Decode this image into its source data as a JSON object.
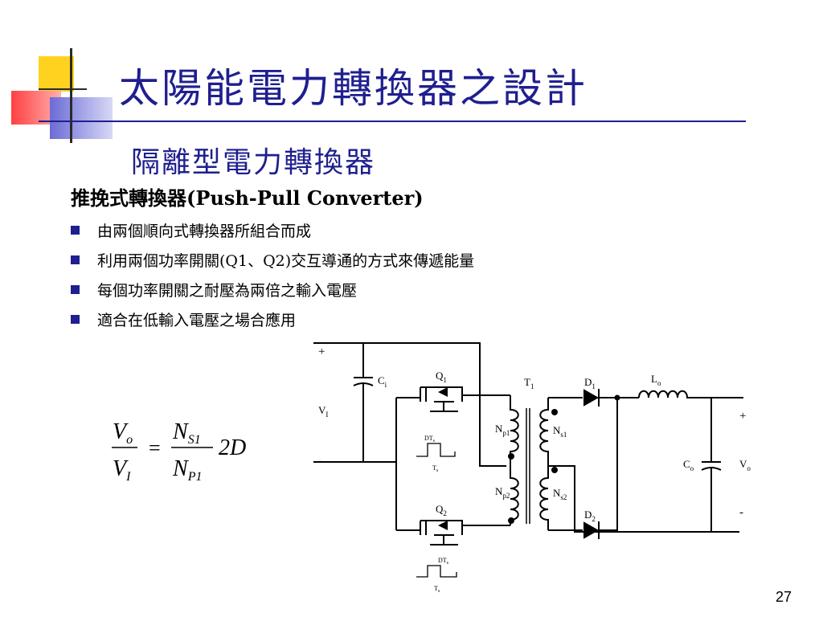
{
  "slide": {
    "title": "太陽能電力轉換器之設計",
    "subtitle": "隔離型電力轉換器",
    "heading": "推挽式轉換器(Push-Pull Converter)",
    "bullets": [
      "由兩個順向式轉換器所組合而成",
      "利用兩個功率開關(Q1、Q2)交互導通的方式來傳遞能量",
      "每個功率開關之耐壓為兩倍之輸入電壓",
      "適合在低輸入電壓之場合應用"
    ],
    "page_number": "27"
  },
  "formula": {
    "vo": "V",
    "vo_sub": "o",
    "vi": "V",
    "vi_sub": "I",
    "ns": "N",
    "ns_sub": "S1",
    "np": "N",
    "np_sub": "P1",
    "equals": "=",
    "factor": "2D"
  },
  "circuit": {
    "plus_in": "+",
    "minus_in": "-",
    "vi": "V",
    "vi_sub": "I",
    "ci": "C",
    "ci_sub": "i",
    "q1": "Q",
    "q1_sub": "1",
    "q2": "Q",
    "q2_sub": "2",
    "t1": "T",
    "t1_sub": "1",
    "d1": "D",
    "d1_sub": "1",
    "d2": "D",
    "d2_sub": "2",
    "lo": "L",
    "lo_sub": "o",
    "np1": "N",
    "np1_sub": "p1",
    "np2": "N",
    "np2_sub": "p2",
    "ns1": "N",
    "ns1_sub": "s1",
    "ns2": "N",
    "ns2_sub": "s2",
    "co": "C",
    "co_sub": "o",
    "vo": "V",
    "vo_sub": "o",
    "plus_out": "+",
    "minus_out": "-",
    "dts": "DT",
    "dts_sub": "s",
    "ts": "T",
    "ts_sub": "s"
  }
}
